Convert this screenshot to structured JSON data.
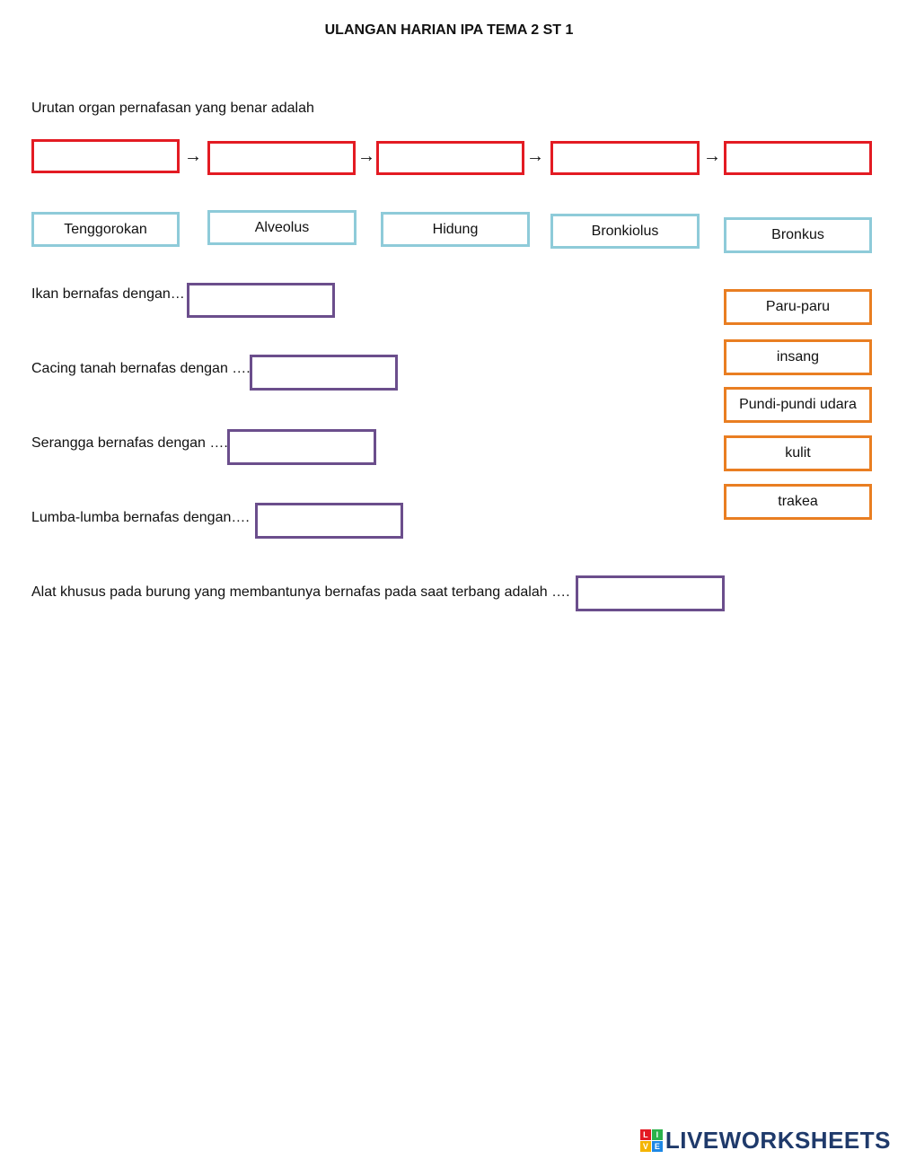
{
  "title": "ULANGAN HARIAN IPA TEMA 2 ST 1",
  "question_order": "Urutan organ pernafasan yang benar adalah",
  "arrow": "→",
  "organ_options": [
    "Tenggorokan",
    "Alveolus",
    "Hidung",
    "Bronkiolus",
    "Bronkus"
  ],
  "questions": [
    "Ikan bernafas dengan…",
    "Cacing tanah bernafas dengan ….",
    "Serangga bernafas dengan ….",
    "Lumba-lumba bernafas dengan….",
    "Alat khusus pada burung yang membantunya bernafas pada saat terbang adalah …."
  ],
  "answer_options": [
    "Paru-paru",
    "insang",
    "Pundi-pundi udara",
    "kulit",
    "trakea"
  ],
  "logo": {
    "text": "LIVEWORKSHEETS",
    "mark_letters": [
      "L",
      "I",
      "V",
      "E"
    ],
    "colors": {
      "red": "#e31b23",
      "purple": "#6b4e8c",
      "blue": "#8ecbd9",
      "orange": "#e97e22",
      "navy": "#1f3a6b"
    }
  }
}
